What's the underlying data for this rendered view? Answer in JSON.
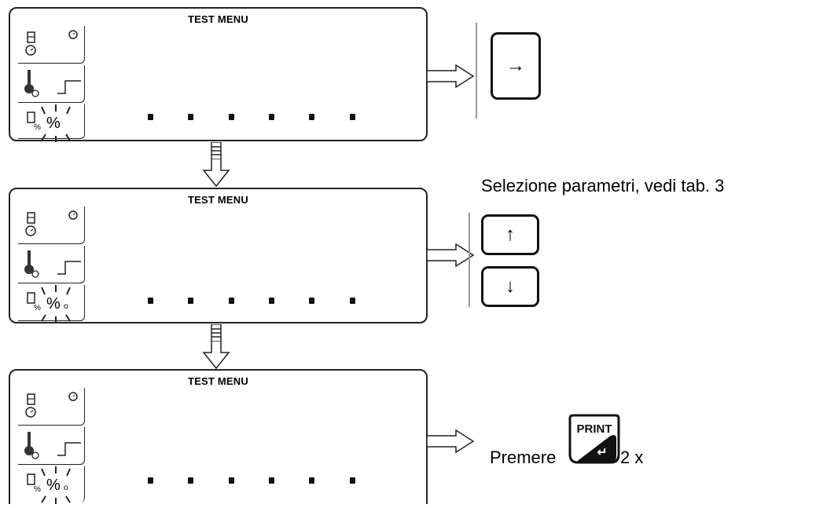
{
  "panels": [
    {
      "title": "TEST MENU"
    },
    {
      "title": "TEST MENU"
    },
    {
      "title": "TEST MENU"
    }
  ],
  "keys": {
    "right_key": "→",
    "up_key": "↑",
    "down_key": "↓",
    "print_label": "PRINT",
    "enter_glyph": "↵"
  },
  "captions": {
    "select_params": "Selezione parametri, vedi tab. 3",
    "press_prefix": "Premere",
    "press_suffix": "2 x"
  },
  "icons": [
    "calibration-timer-icon",
    "temperature-step-icon",
    "percent-weight-icon"
  ]
}
